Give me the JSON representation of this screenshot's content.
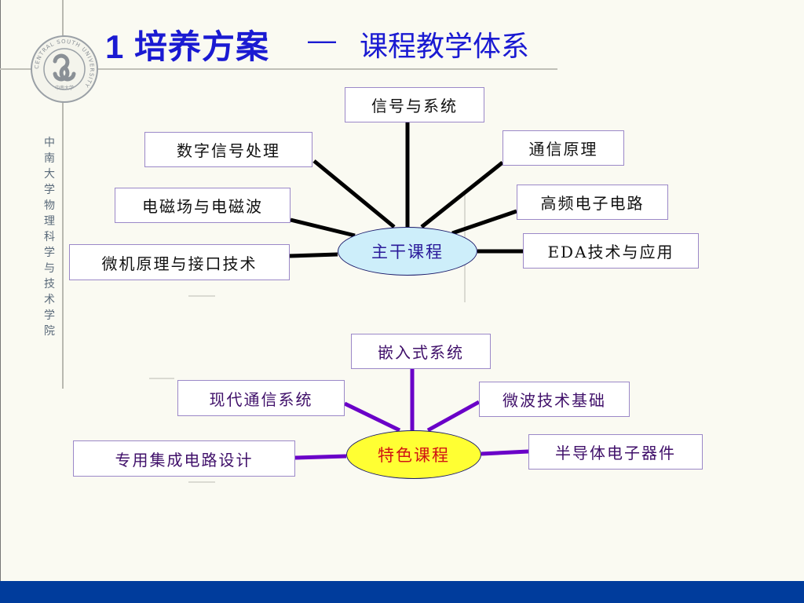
{
  "header": {
    "title_main": "1  培养方案",
    "title_dash": "—",
    "title_sub": "课程教学体系"
  },
  "logo": {
    "ring_text": "CENTRAL SOUTH UNIVERSITY",
    "inner_text": "中南大学"
  },
  "sidebar": {
    "institution_name": "中南大学物理科学与技术学院"
  },
  "main_courses": {
    "hub_label": "主干课程",
    "items": [
      "信号与系统",
      "数字信号处理",
      "通信原理",
      "电磁场与电磁波",
      "高频电子电路",
      "微机原理与接口技术",
      "EDA技术与应用"
    ]
  },
  "special_courses": {
    "hub_label": "特色课程",
    "items": [
      "嵌入式系统",
      "现代通信系统",
      "微波技术基础",
      "专用集成电路设计",
      "半导体电子器件"
    ]
  },
  "colors": {
    "title": "#1a1ad2",
    "main_connector": "#000000",
    "special_connector": "#6a00c8",
    "hub_main_fill": "#cdeefa",
    "hub_special_fill": "#ffff33",
    "hub_special_text": "#d01414",
    "bottom_bar": "#003c9c"
  }
}
